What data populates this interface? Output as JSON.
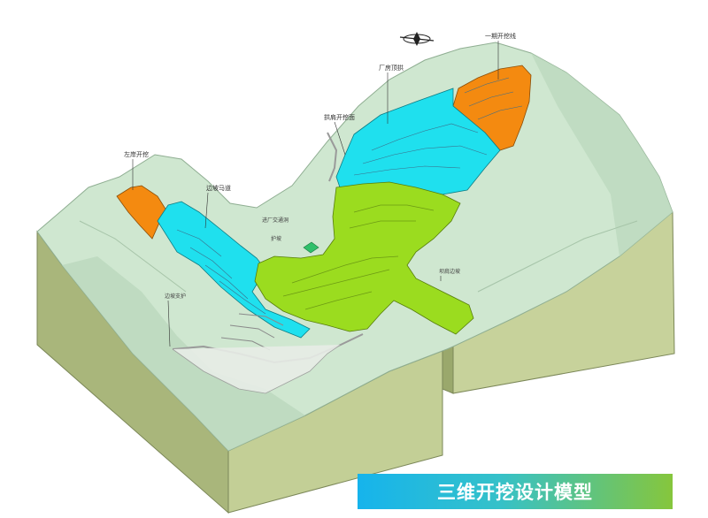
{
  "banner": {
    "title": "三维开挖设计模型"
  },
  "labels": {
    "top_right": "一期开挖线",
    "upper_mid": "厂房顶拱",
    "mid_ridge": "拱肩开挖面",
    "left_peak": "左岸开挖",
    "left_mid": "边坡马道",
    "road": "进厂交通洞",
    "small_a": "护坡",
    "right_mid": "坝肩边坡",
    "lower_left": "边坡支护"
  },
  "colors": {
    "terrain_top": "#cbe6cd",
    "terrain_side": "#bcc98f",
    "orange_zone": "#f48a10",
    "cyan_zone": "#1fe0ee",
    "green_zone": "#9bdc1f",
    "banner_start": "#16b4ec",
    "banner_end": "#86c63c"
  },
  "icons": {
    "compass": "north-arrow-icon"
  }
}
